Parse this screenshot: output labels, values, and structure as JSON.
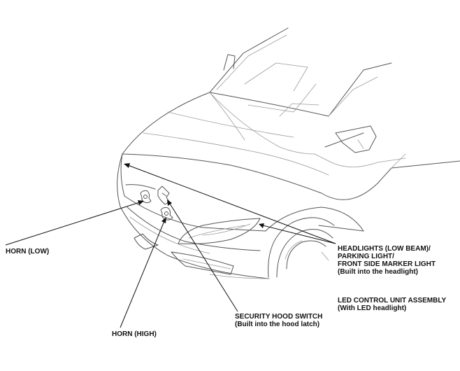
{
  "labels": {
    "horn_low": "HORN (LOW)",
    "horn_high": "HORN (HIGH)",
    "security_hood_switch": {
      "line1": "SECURITY HOOD SWITCH",
      "line2": "(Built into the hood latch)"
    },
    "headlights": {
      "line1": "HEADLIGHTS (LOW BEAM)/",
      "line2": "PARKING LIGHT/",
      "line3": "FRONT SIDE MARKER LIGHT",
      "line4": "(Built into the headlight)"
    },
    "led_control_unit": {
      "line1": "LED CONTROL UNIT ASSEMBLY",
      "line2": "(With LED headlight)"
    }
  }
}
